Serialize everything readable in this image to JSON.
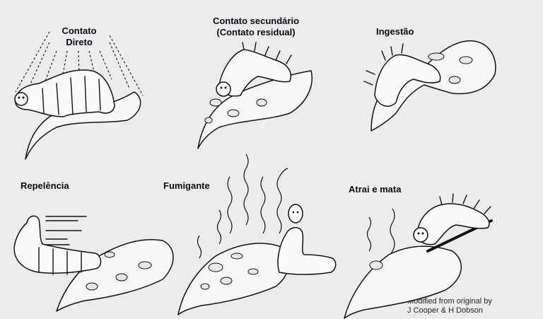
{
  "panels": [
    {
      "id": "contato-direto",
      "label_lines": [
        "Contato",
        "Direto"
      ]
    },
    {
      "id": "contato-secundario",
      "label_lines": [
        "Contato secundário",
        "(Contato residual)"
      ]
    },
    {
      "id": "ingestao",
      "label_lines": [
        "Ingestão"
      ]
    },
    {
      "id": "repelencia",
      "label_lines": [
        "Repelência"
      ]
    },
    {
      "id": "fumigante",
      "label_lines": [
        "Fumigante"
      ]
    },
    {
      "id": "atrai-e-mata",
      "label_lines": [
        "Atrai e mata"
      ]
    }
  ],
  "credit": {
    "line1": "Modified from original by",
    "line2": "J Cooper & H Dobson"
  },
  "colors": {
    "background": "#ececec",
    "ink": "#111111"
  }
}
